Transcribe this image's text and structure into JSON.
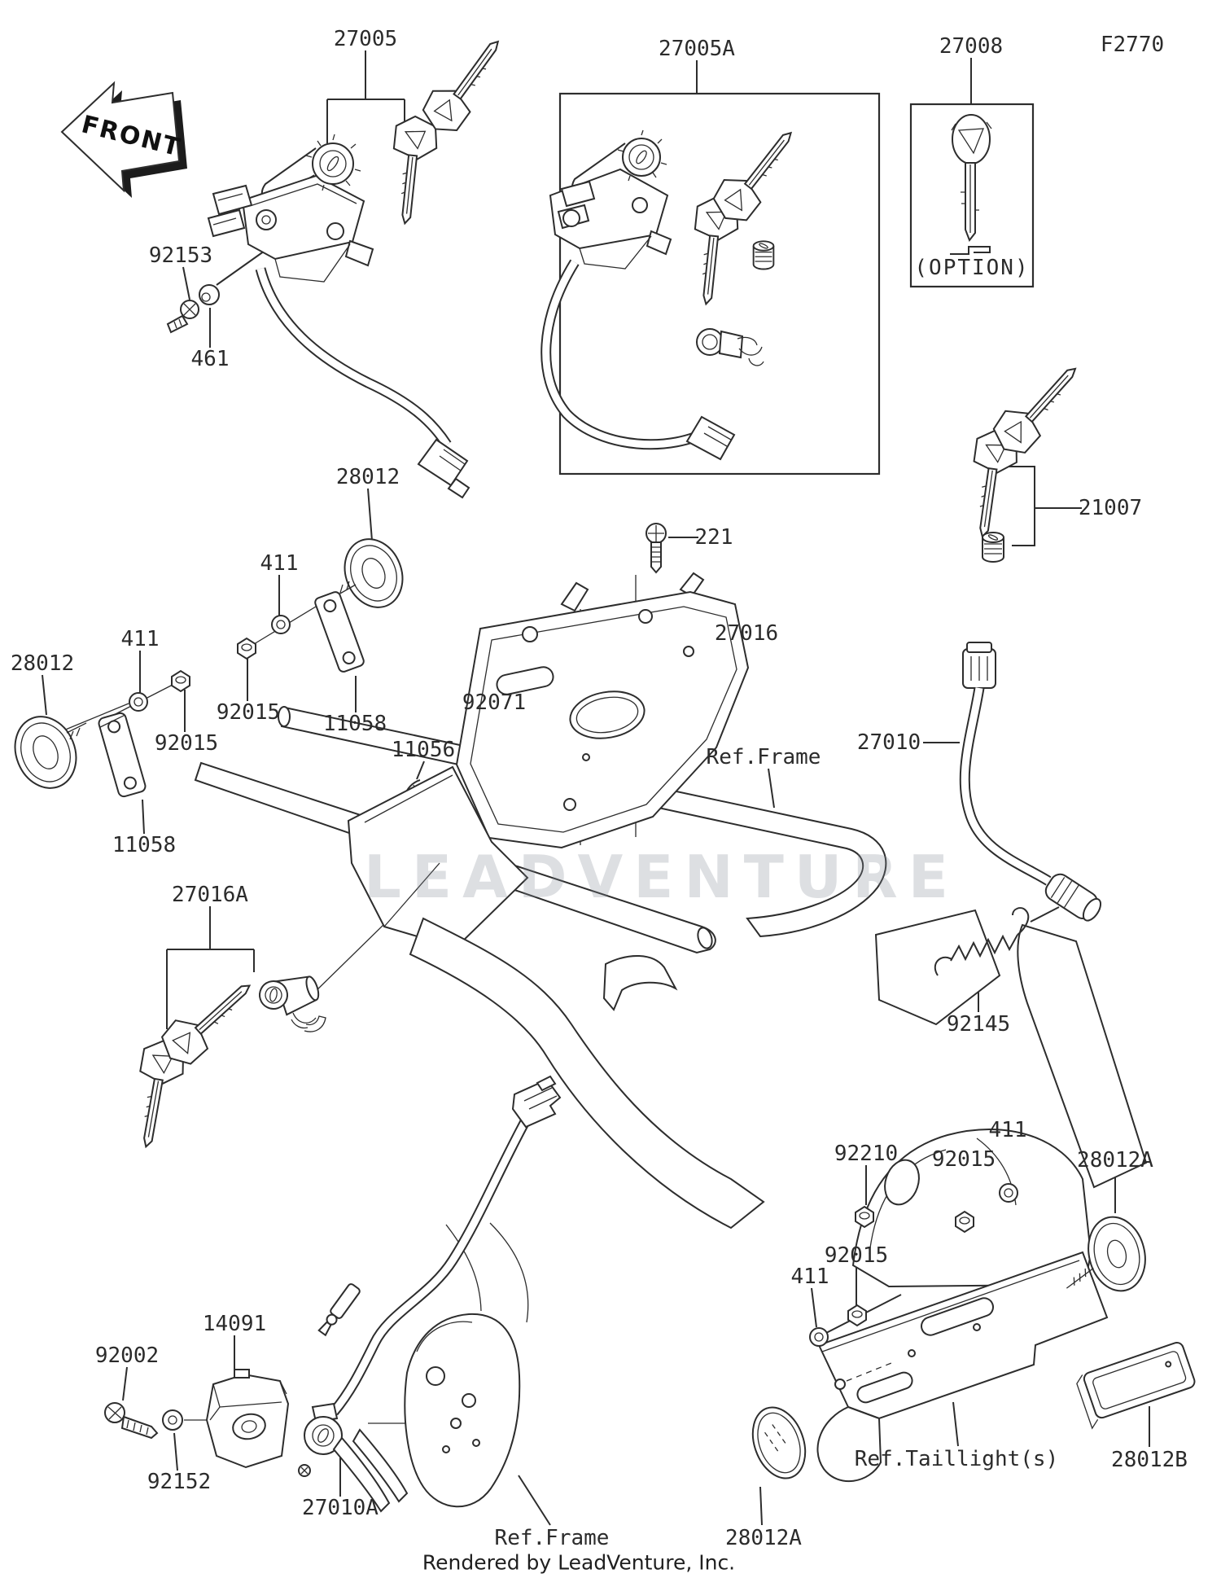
{
  "page": {
    "figure_code": "F2770",
    "front_arrow": "FRONT",
    "option_label": "(OPTION)",
    "watermark": "LEADVENTURE",
    "footer": "Rendered by LeadVenture, Inc."
  },
  "labels": {
    "p27005": "27005",
    "p27005a": "27005A",
    "p27008": "27008",
    "p92153": "92153",
    "p461": "461",
    "p28012_r": "28012",
    "p21007": "21007",
    "p221": "221",
    "p411_r": "411",
    "p27016": "27016",
    "p28012_l": "28012",
    "p411_l": "411",
    "p92015_l": "92015",
    "p92015_r": "92015",
    "p11058_r": "11058",
    "p11056": "11056",
    "p92071": "92071",
    "ref_frame_top": "Ref.Frame",
    "p27010": "27010",
    "p11058_l": "11058",
    "p27016a": "27016A",
    "p92145": "92145",
    "p92210": "92210",
    "p411_tr": "411",
    "p92015_tr": "92015",
    "p28012a_top": "28012A",
    "p92015_br": "92015",
    "p411_br": "411",
    "p92002": "92002",
    "p14091": "14091",
    "p92152": "92152",
    "p27010a": "27010A",
    "ref_frame_btm": "Ref.Frame",
    "ref_taillight": "Ref.Taillight(s)",
    "p28012b": "28012B",
    "p28012a_btm": "28012A"
  }
}
